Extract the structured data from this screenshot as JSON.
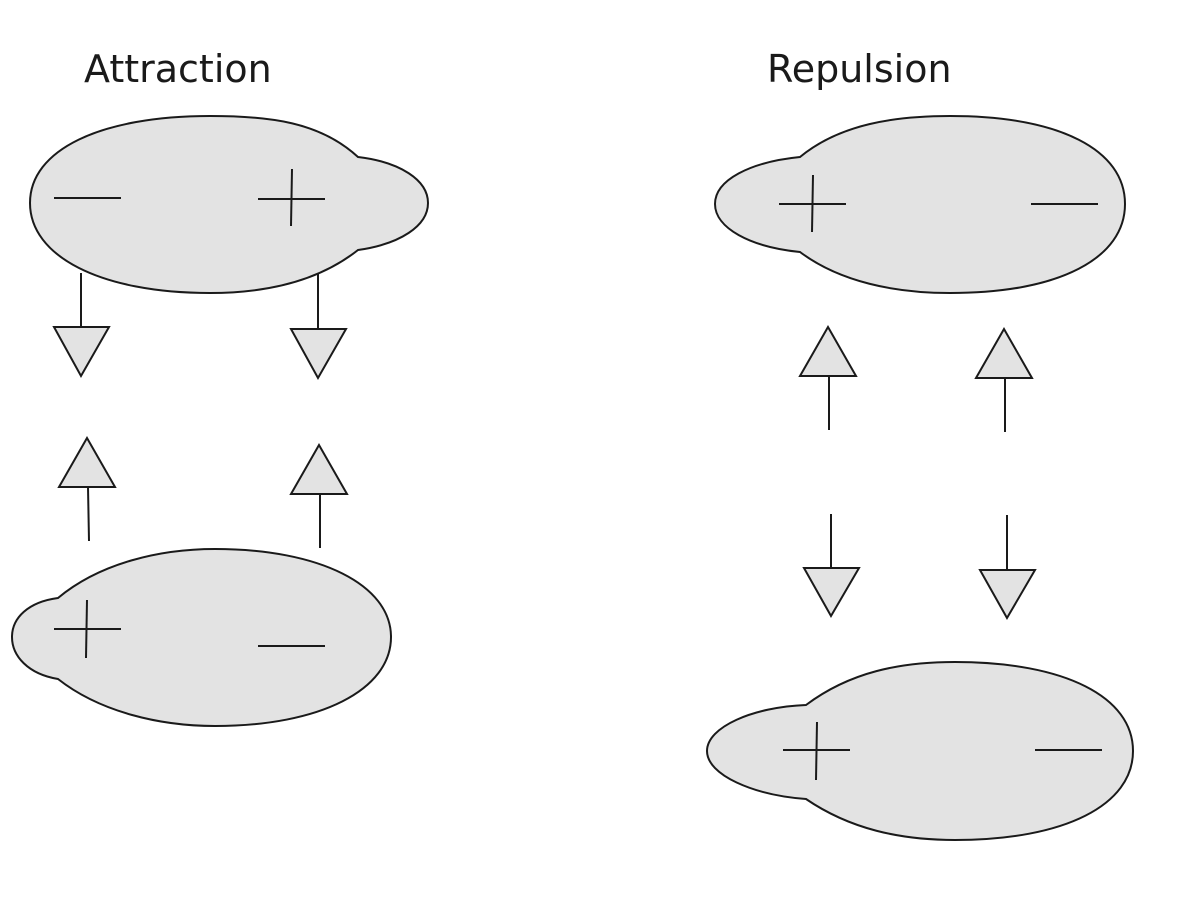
{
  "titles": {
    "left": "Attraction",
    "right": "Repulsion"
  },
  "colors": {
    "fill": "#e3e3e3",
    "stroke": "#1a1a1a"
  },
  "panels": [
    {
      "name": "attraction",
      "top_dipole": [
        "-",
        "+"
      ],
      "bottom_dipole": [
        "+",
        "-"
      ],
      "arrows": [
        "down",
        "down",
        "up",
        "up"
      ]
    },
    {
      "name": "repulsion",
      "top_dipole": [
        "+",
        "-"
      ],
      "bottom_dipole": [
        "+",
        "-"
      ],
      "arrows": [
        "up",
        "up",
        "down",
        "down"
      ]
    }
  ]
}
